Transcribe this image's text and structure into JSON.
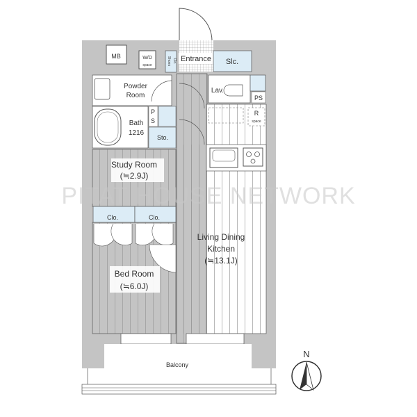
{
  "rooms": {
    "mb": "MB",
    "wd": "W/D",
    "wd_sub": "space",
    "shoes": "Shoes",
    "shoes_sub": "Clo.",
    "entrance": "Entrance",
    "slc": "Slc.",
    "powder_1": "Powder",
    "powder_2": "Room",
    "lav": "Lav.",
    "ps_right": "PS",
    "ps_left_1": "P",
    "ps_left_2": "S",
    "r_space": "R",
    "r_space_sub": "space",
    "bath": "Bath",
    "bath_size": "1216",
    "sto": "Sto.",
    "study": "Study Room",
    "study_size": "(≒2.9J)",
    "clo_1": "Clo.",
    "clo_2": "Clo.",
    "ldk_1": "Living Dining",
    "ldk_2": "Kitchen",
    "ldk_size": "(≒13.1J)",
    "bed": "Bed Room",
    "bed_size": "(≒6.0J)",
    "balcony": "Balcony"
  },
  "compass": "N",
  "watermark": "PITAT HOUSE NETWORK",
  "colors": {
    "wall": "#c4c4c4",
    "storage": "#dcecf6",
    "line": "#555555"
  }
}
